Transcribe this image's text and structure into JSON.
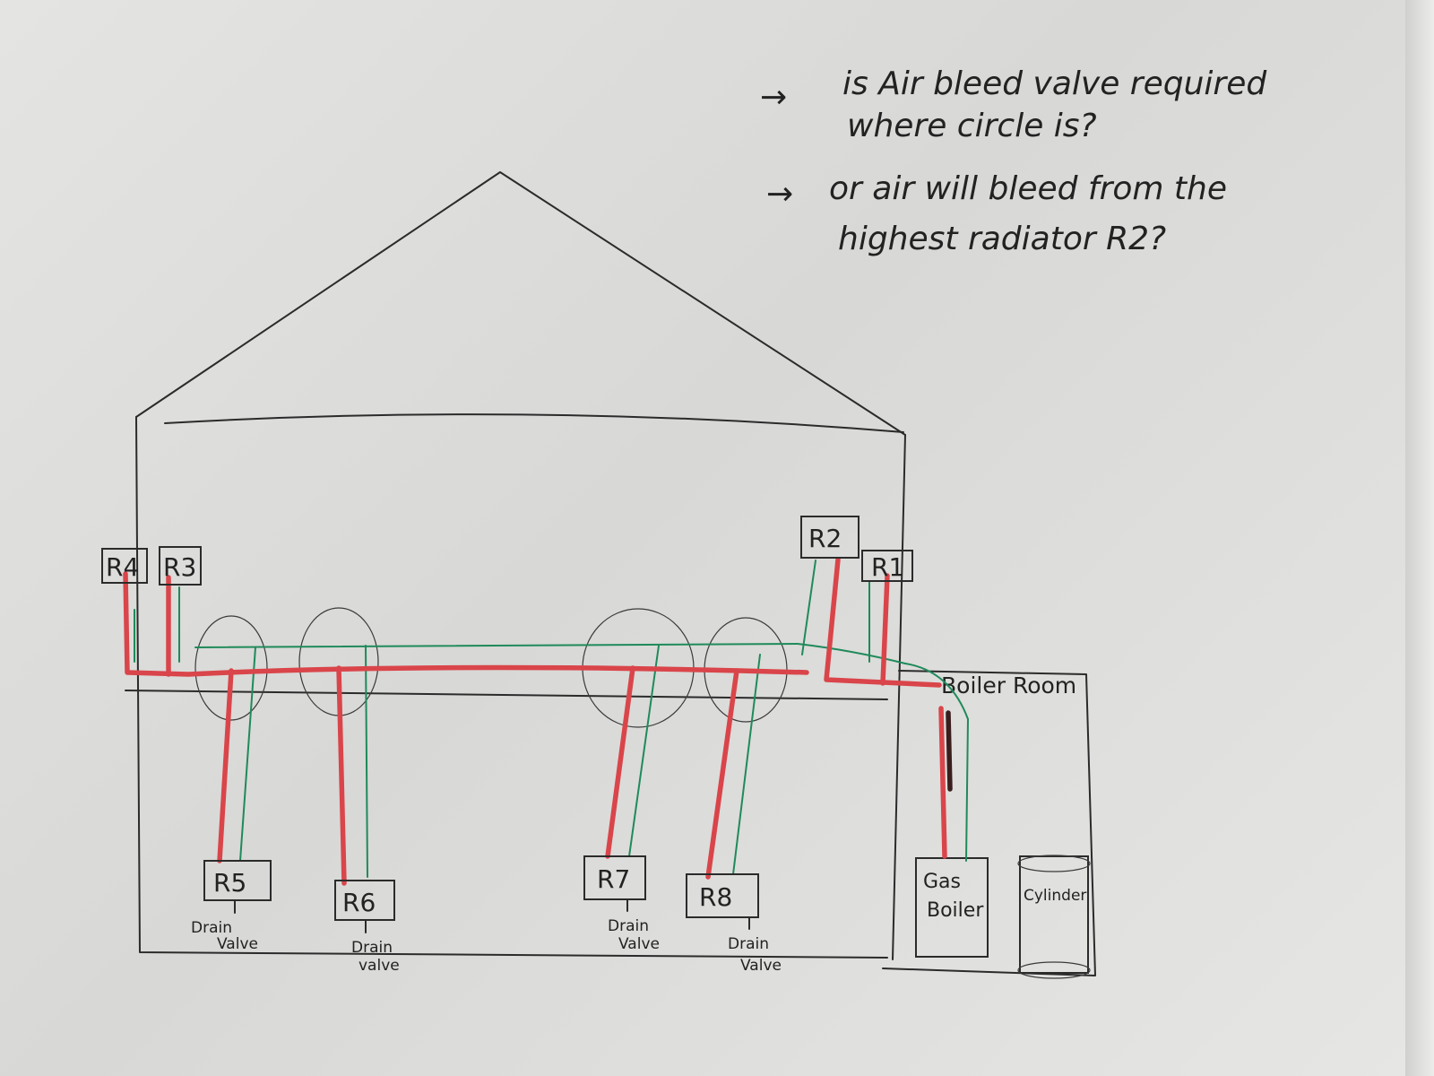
{
  "notes": [
    {
      "arrow": "→",
      "lines": [
        "is Air bleed valve required",
        "where circle is?"
      ]
    },
    {
      "arrow": "→",
      "lines": [
        "or air will bleed from the",
        "highest radiator R2?"
      ]
    }
  ],
  "radiators": {
    "r4": "R4",
    "r3": "R3",
    "r2": "R2",
    "r1": "R1",
    "r5": "R5",
    "r6": "R6",
    "r7": "R7",
    "r8": "R8"
  },
  "drain_labels": {
    "r5": [
      "Drain",
      "Valve"
    ],
    "r6": [
      "Drain",
      "valve"
    ],
    "r7": [
      "Drain",
      "Valve"
    ],
    "r8": [
      "Drain",
      "Valve"
    ]
  },
  "boiler_room": {
    "title": "Boiler Room",
    "gas_boiler": [
      "Gas",
      "Boiler"
    ],
    "cylinder": "Cylinder"
  },
  "colors": {
    "flow_pipe": "#d9454a",
    "return_pipe": "#1f8a5a",
    "ink": "#2b2b2b",
    "board": "#e0e0de"
  }
}
